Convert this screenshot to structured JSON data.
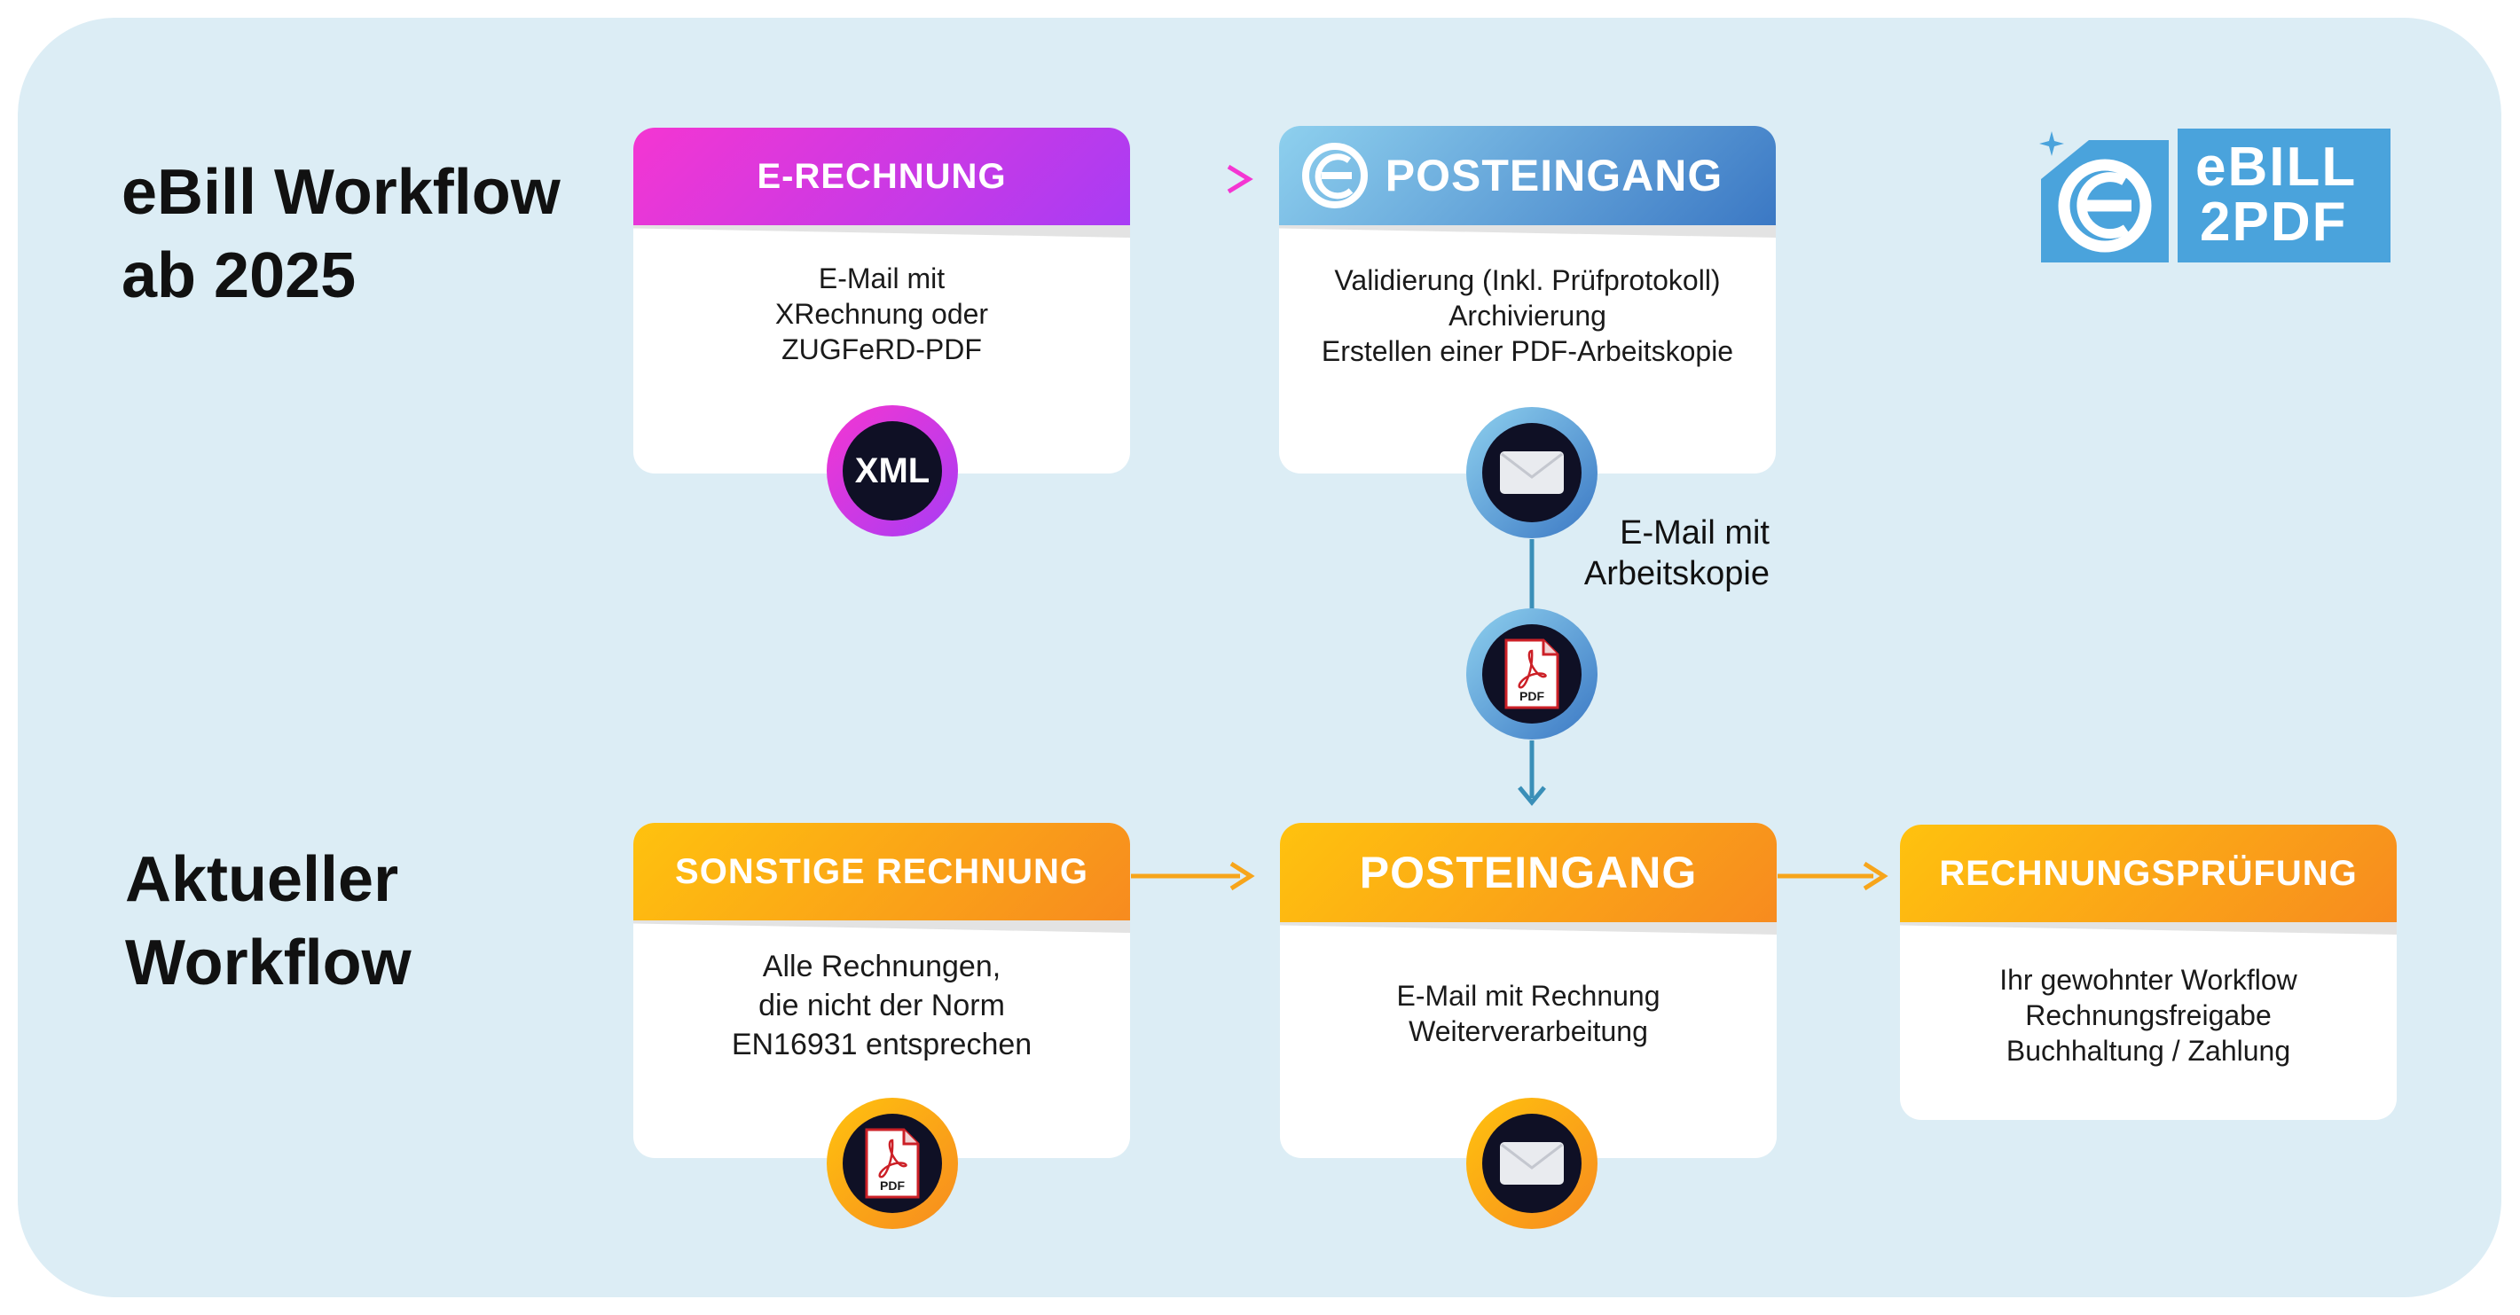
{
  "headings": {
    "new_workflow": "eBill Workflow\nab 2025",
    "current_workflow": "Aktueller\nWorkflow"
  },
  "logo": {
    "line1": "eBILL",
    "line2": "2PDF",
    "color": "#4aa3dc"
  },
  "top_row": {
    "erechnung": {
      "title": "E-RECHNUNG",
      "body": "E-Mail mit\nXRechnung oder\nZUGFeRD-PDF",
      "icon_label": "XML",
      "color_start": "#f436d2",
      "color_end": "#a83cf4"
    },
    "posteingang": {
      "title": "POSTEINGANG",
      "body": "Validierung (Inkl. Prüfprotokoll)\nArchivierung\nErstellen einer PDF-Arbeitskopie",
      "color_start": "#8ed0ee",
      "color_end": "#3b78c4"
    }
  },
  "connector": {
    "label": "E-Mail mit\nArbeitskopie",
    "pdf_label": "PDF"
  },
  "bottom_row": {
    "sonstige": {
      "title": "SONSTIGE RECHNUNG",
      "body": "Alle Rechnungen,\ndie nicht der Norm\nEN16931 entsprechen",
      "pdf_label": "PDF"
    },
    "posteingang": {
      "title": "POSTEINGANG",
      "body": "E-Mail mit Rechnung\nWeiterverarbeitung"
    },
    "pruefung": {
      "title": "RECHNUNGSPRÜFUNG",
      "body": "Ihr gewohnter Workflow\nRechnungsfreigabe\nBuchhaltung / Zahlung"
    },
    "color_start": "#ffc20e",
    "color_end": "#f78b1f"
  }
}
